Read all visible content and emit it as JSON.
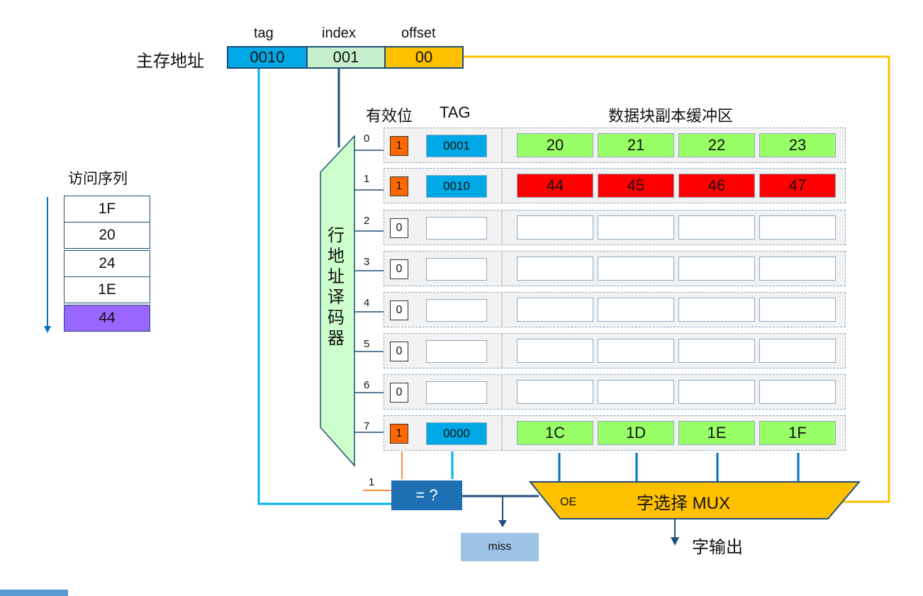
{
  "address": {
    "label": "主存地址",
    "fields": [
      {
        "header": "tag",
        "value": "0010",
        "color": "#00a9e6"
      },
      {
        "header": "index",
        "value": "001",
        "color": "#c6efce"
      },
      {
        "header": "offset",
        "value": "00",
        "color": "#ffc000"
      }
    ]
  },
  "sequence": {
    "title": "访问序列",
    "items": [
      "1F",
      "20",
      "24",
      "1E",
      "44"
    ],
    "highlight_color": "#9966ff"
  },
  "cache": {
    "headers": {
      "valid": "有效位",
      "tag": "TAG",
      "data": "数据块副本缓冲区"
    },
    "decoder_label": [
      "行",
      "地",
      "址",
      "译",
      "码",
      "器"
    ],
    "rows": [
      {
        "index": "0",
        "valid": "1",
        "tag": "0001",
        "data": [
          "20",
          "21",
          "22",
          "23"
        ],
        "data_color": "#99ff66"
      },
      {
        "index": "1",
        "valid": "1",
        "tag": "0010",
        "data": [
          "44",
          "45",
          "46",
          "47"
        ],
        "data_color": "#ff0000"
      },
      {
        "index": "2",
        "valid": "0",
        "tag": "",
        "data": [
          "",
          "",
          "",
          ""
        ],
        "data_color": "#ffffff"
      },
      {
        "index": "3",
        "valid": "0",
        "tag": "",
        "data": [
          "",
          "",
          "",
          ""
        ],
        "data_color": "#ffffff"
      },
      {
        "index": "4",
        "valid": "0",
        "tag": "",
        "data": [
          "",
          "",
          "",
          ""
        ],
        "data_color": "#ffffff"
      },
      {
        "index": "5",
        "valid": "0",
        "tag": "",
        "data": [
          "",
          "",
          "",
          ""
        ],
        "data_color": "#ffffff"
      },
      {
        "index": "6",
        "valid": "0",
        "tag": "",
        "data": [
          "",
          "",
          "",
          ""
        ],
        "data_color": "#ffffff"
      },
      {
        "index": "7",
        "valid": "1",
        "tag": "0000",
        "data": [
          "1C",
          "1D",
          "1E",
          "1F"
        ],
        "data_color": "#99ff66"
      }
    ],
    "valid_on_color": "#ff6600",
    "tag_color": "#00a9e6"
  },
  "comparator": {
    "label": "= ?",
    "valid_input": "1",
    "color": "#1f6fb5"
  },
  "miss_label": "miss",
  "mux": {
    "label": "字选择 MUX",
    "oe_label": "OE",
    "color": "#ffc000"
  },
  "output_label": "字输出",
  "colors": {
    "wire_blue": "#0070c0",
    "wire_cyan": "#00b0f0",
    "wire_orange": "#ffc000",
    "decoder_fill": "#ccffcc"
  }
}
